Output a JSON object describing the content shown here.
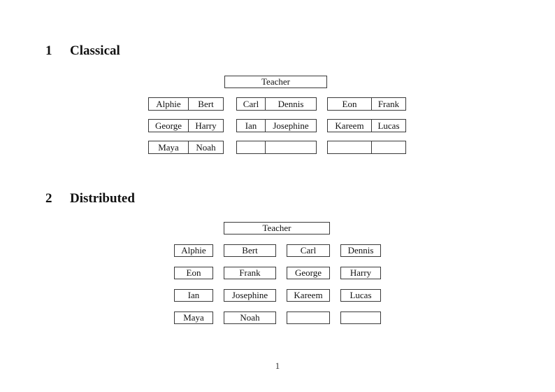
{
  "colors": {
    "background": "#ffffff",
    "border": "#3a3a3a",
    "text": "#111111"
  },
  "classical": {
    "number": "1",
    "title": "Classical",
    "teacher": "Teacher",
    "rows": [
      [
        [
          "Alphie",
          "Bert"
        ],
        [
          "Carl",
          "Dennis"
        ],
        [
          "Eon",
          "Frank"
        ]
      ],
      [
        [
          "George",
          "Harry"
        ],
        [
          "Ian",
          "Josephine"
        ],
        [
          "Kareem",
          "Lucas"
        ]
      ],
      [
        [
          "Maya",
          "Noah"
        ],
        [
          "",
          ""
        ],
        [
          "",
          ""
        ]
      ]
    ]
  },
  "distributed": {
    "number": "2",
    "title": "Distributed",
    "teacher": "Teacher",
    "rows": [
      [
        "Alphie",
        "Bert",
        "Carl",
        "Dennis"
      ],
      [
        "Eon",
        "Frank",
        "George",
        "Harry"
      ],
      [
        "Ian",
        "Josephine",
        "Kareem",
        "Lucas"
      ],
      [
        "Maya",
        "Noah",
        "",
        ""
      ]
    ]
  },
  "page_number": "1"
}
